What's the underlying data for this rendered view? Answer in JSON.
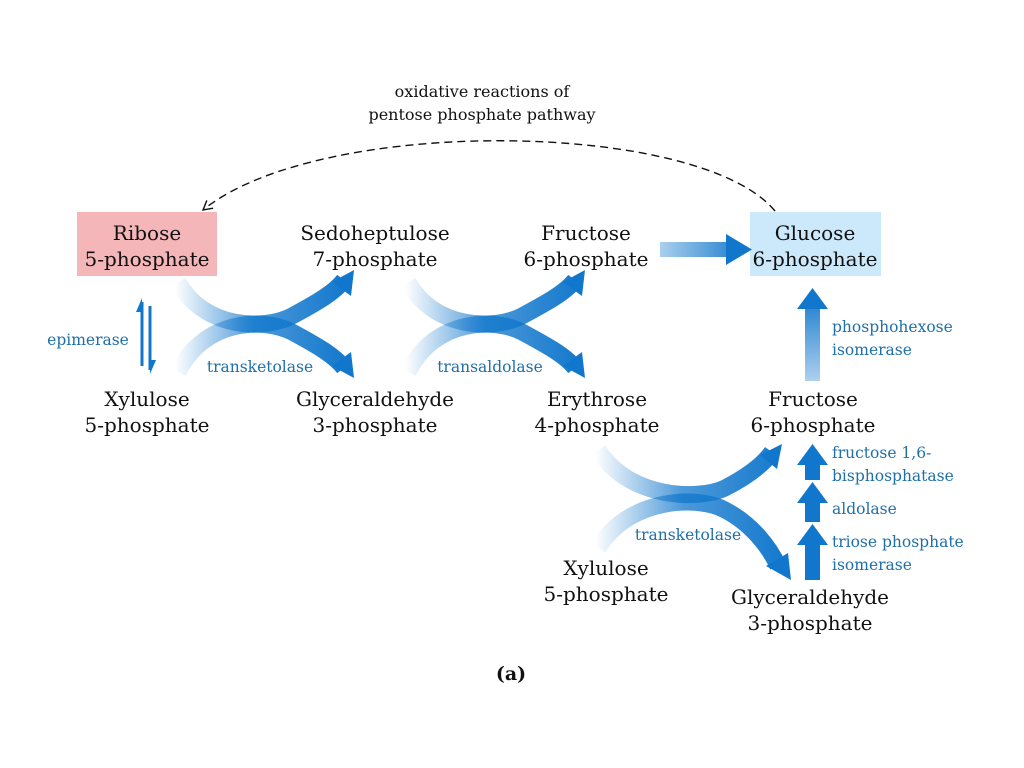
{
  "colors": {
    "arrow_blue": "#1177cc",
    "enzyme_text": "#1f6fa8",
    "ribose_box": "#f4b6b8",
    "glucose_box": "#cce8fb"
  },
  "header_note": {
    "line1": "oxidative reactions of",
    "line2": "pentose phosphate pathway"
  },
  "nodes": {
    "ribose5p": {
      "line1": "Ribose",
      "line2": "5-phosphate"
    },
    "sedoheptulose7p": {
      "line1": "Sedoheptulose",
      "line2": "7-phosphate"
    },
    "fructose6p_top": {
      "line1": "Fructose",
      "line2": "6-phosphate"
    },
    "glucose6p": {
      "line1": "Glucose",
      "line2": "6-phosphate"
    },
    "xylulose5p_left": {
      "line1": "Xylulose",
      "line2": "5-phosphate"
    },
    "glyceraldehyde3p_mid": {
      "line1": "Glyceraldehyde",
      "line2": "3-phosphate"
    },
    "erythrose4p": {
      "line1": "Erythrose",
      "line2": "4-phosphate"
    },
    "fructose6p_right": {
      "line1": "Fructose",
      "line2": "6-phosphate"
    },
    "xylulose5p_bottom": {
      "line1": "Xylulose",
      "line2": "5-phosphate"
    },
    "glyceraldehyde3p_bottom": {
      "line1": "Glyceraldehyde",
      "line2": "3-phosphate"
    }
  },
  "enzymes": {
    "epimerase": "epimerase",
    "transketolase_1": "transketolase",
    "transaldolase": "transaldolase",
    "transketolase_2": "transketolase",
    "phosphohexose_isomerase": {
      "line1": "phosphohexose",
      "line2": "isomerase"
    },
    "fbpase": {
      "line1": "fructose 1,6-",
      "line2": "bisphosphatase"
    },
    "aldolase": "aldolase",
    "tpi": {
      "line1": "triose phosphate",
      "line2": "isomerase"
    }
  },
  "caption": "(a)"
}
